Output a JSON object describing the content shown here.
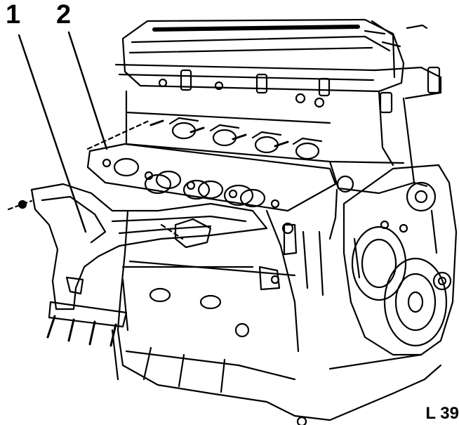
{
  "diagram": {
    "callouts": [
      {
        "id": "1",
        "label": "1"
      },
      {
        "id": "2",
        "label": "2"
      }
    ],
    "figure_code": "L 39"
  }
}
